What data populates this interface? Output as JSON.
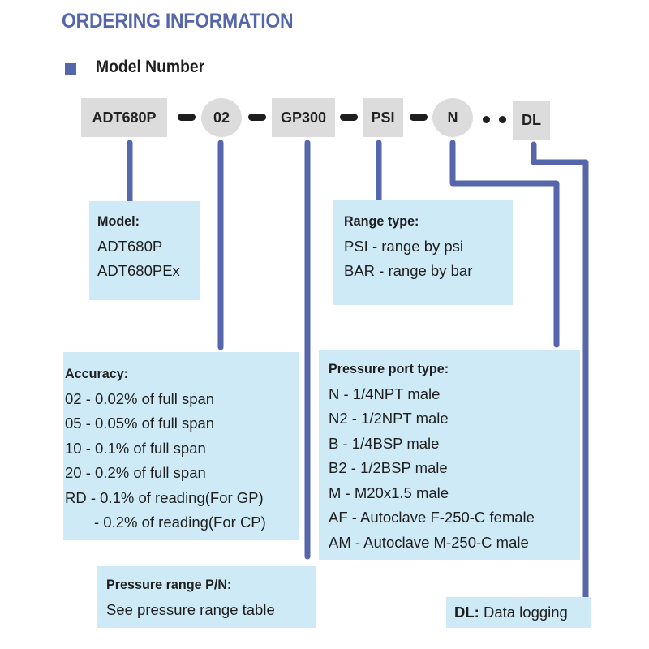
{
  "title": "ORDERING INFORMATION",
  "subtitle": "Model Number",
  "codes": [
    "ADT680P",
    "02",
    "GP300",
    "PSI",
    "N",
    "DL"
  ],
  "boxes": {
    "model": {
      "heading": "Model:",
      "lines": [
        "ADT680P",
        "ADT680PEx"
      ]
    },
    "range_type": {
      "heading": "Range type:",
      "lines": [
        "PSI - range by psi",
        "BAR - range by bar"
      ]
    },
    "accuracy": {
      "heading": "Accuracy:",
      "lines": [
        "02 - 0.02% of full span",
        "05 - 0.05% of full span",
        "10 - 0.1% of full span",
        "20 - 0.2% of full span",
        "RD - 0.1% of reading(For GP)",
        "- 0.2% of reading(For CP)"
      ]
    },
    "port": {
      "heading": "Pressure port type:",
      "lines": [
        "N - 1/4NPT male",
        "N2 - 1/2NPT male",
        "B - 1/4BSP male",
        "B2 - 1/2BSP male",
        "M - M20x1.5 male",
        "AF - Autoclave F-250-C female",
        "AM - Autoclave M-250-C male"
      ]
    },
    "range_pn": {
      "heading": "Pressure range P/N:",
      "lines": [
        "See pressure range table"
      ]
    },
    "dl": {
      "heading": "DL:",
      "text": "Data logging"
    }
  },
  "colors": {
    "title": "#5566aa",
    "box": "#cfeaf7",
    "code_bg": "#dcdcdc",
    "connector": "#5566aa"
  }
}
